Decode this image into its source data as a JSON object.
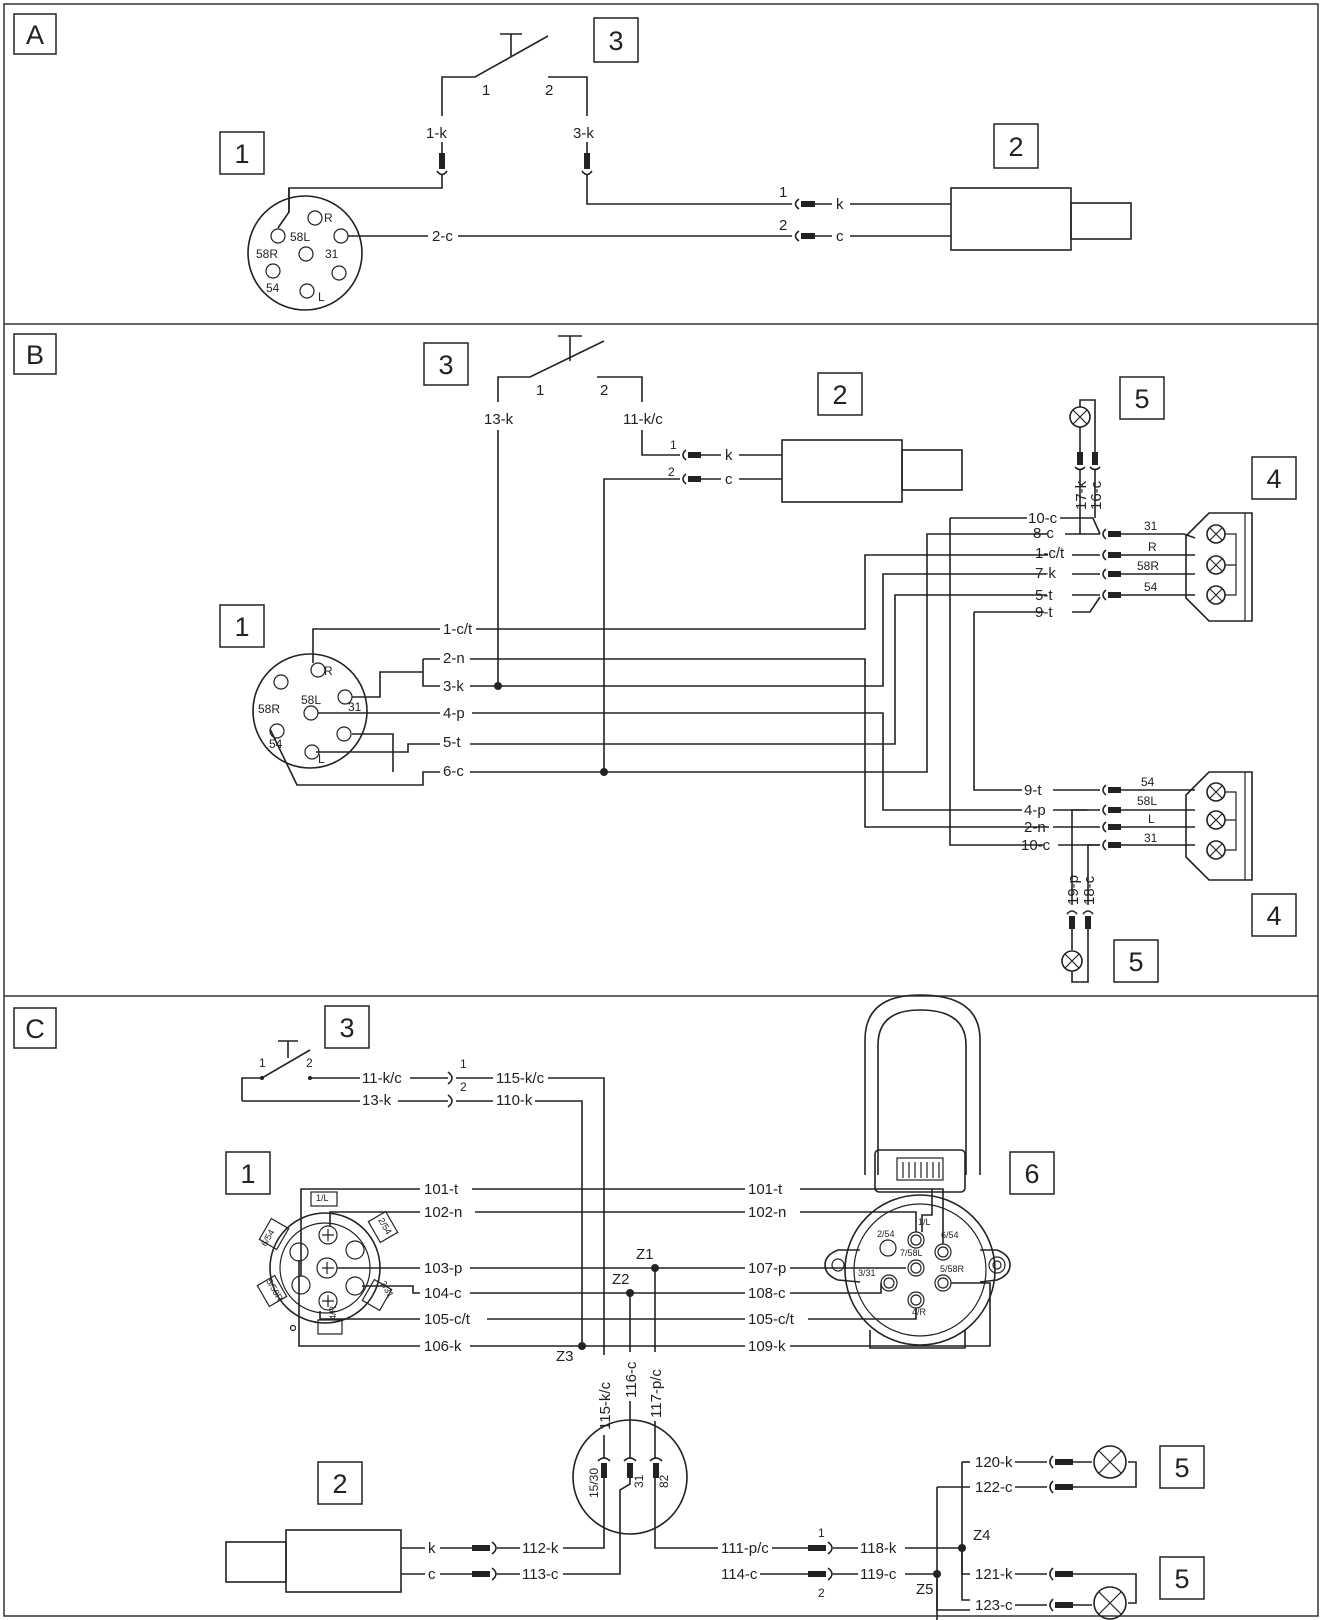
{
  "panels": [
    {
      "letter": "A"
    },
    {
      "letter": "B"
    },
    {
      "letter": "C"
    }
  ],
  "callouts": {
    "n1": "1",
    "n2": "2",
    "n3": "3",
    "n4": "4",
    "n5": "5",
    "n6": "6"
  },
  "panel_a": {
    "switch": {
      "t1": "1",
      "t2": "2"
    },
    "wires": {
      "w1k": "1-k",
      "w3k": "3-k",
      "w2c": "2-c"
    },
    "plug_pins": {
      "p1": "1",
      "p2": "2"
    },
    "plug_wires": {
      "k": "k",
      "c": "c"
    },
    "socket_pins": {
      "r": "R",
      "p58l": "58L",
      "p58r": "58R",
      "p31": "31",
      "p54": "54",
      "l": "L"
    }
  },
  "panel_b": {
    "switch": {
      "t1": "1",
      "t2": "2"
    },
    "wires": {
      "w13k": "13-k",
      "w11kc": "11-k/c"
    },
    "plug_pins": {
      "p1": "1",
      "p2": "2"
    },
    "plug_wires": {
      "k": "k",
      "c": "c"
    },
    "socket_pins": {
      "r": "R",
      "p58r": "58R",
      "p58l": "58L",
      "p31": "31",
      "p54": "54",
      "l": "L"
    },
    "socket_wires": {
      "w1": "1-c/t",
      "w2": "2-n",
      "w3": "3-k",
      "w4": "4-p",
      "w5": "5-t",
      "w6": "6-c"
    },
    "upper_light": {
      "w10": "10-c",
      "w8": "8-c",
      "w1": "1-c/t",
      "w7": "7-k",
      "w5": "5-t",
      "w9": "9-t",
      "p31": "31",
      "r": "R",
      "p58r": "58R",
      "p54": "54"
    },
    "upper_lamp_wires": {
      "a": "17-k",
      "b": "16-c"
    },
    "lower_light": {
      "w9": "9-t",
      "w4": "4-p",
      "w2": "2-n",
      "w10": "10-c",
      "p54": "54",
      "p58l": "58L",
      "l": "L",
      "p31": "31"
    },
    "lower_lamp_wires": {
      "a": "19-p",
      "b": "18-c"
    }
  },
  "panel_c": {
    "switch": {
      "t1": "1",
      "t2": "2"
    },
    "switch_wires": {
      "a": "11-k/c",
      "b": "13-k"
    },
    "switch_pins": {
      "p1": "1",
      "p2": "2"
    },
    "relay_wires": {
      "a": "115-k/c",
      "b": "110-k"
    },
    "left_wires": {
      "w101": "101-t",
      "w102": "102-n",
      "w103": "103-p",
      "w104": "104-c",
      "w105": "105-c/t",
      "w106": "106-k"
    },
    "right_wires": {
      "w101": "101-t",
      "w102": "102-n",
      "w107": "107-p",
      "w108": "108-c",
      "w105": "105-c/t",
      "w109": "109-k"
    },
    "junctions": {
      "z1": "Z1",
      "z2": "Z2",
      "z3": "Z3",
      "z4": "Z4",
      "z5": "Z5"
    },
    "vertical_wires": {
      "a": "115-k/c",
      "b": "116-c",
      "c": "117-p/c"
    },
    "relay_pins": {
      "a": "15/30",
      "b": "31",
      "c": "82"
    },
    "plug_wires": {
      "k": "k",
      "c": "c",
      "w112": "112-k",
      "w113": "113-c"
    },
    "lower_wires": {
      "w111": "111-p/c",
      "w114": "114-c",
      "w118": "118-k",
      "w119": "119-c",
      "p1": "1",
      "p2": "2"
    },
    "lamp_wires": {
      "w120": "120-k",
      "w122": "122-c",
      "w121": "121-k",
      "w123": "123-c"
    },
    "socket7": {
      "l": "1/L",
      "p54": "2/54",
      "p58l": "7/58L",
      "p31": "3/31",
      "p58r": "5/58R",
      "r": "4/R",
      "p6": "6/54"
    },
    "connector_left": {
      "l": "1/L",
      "p54": "2/54",
      "p6": "6/54",
      "p58r": "5/58R",
      "p31": "3/31",
      "r": "4/R"
    }
  }
}
